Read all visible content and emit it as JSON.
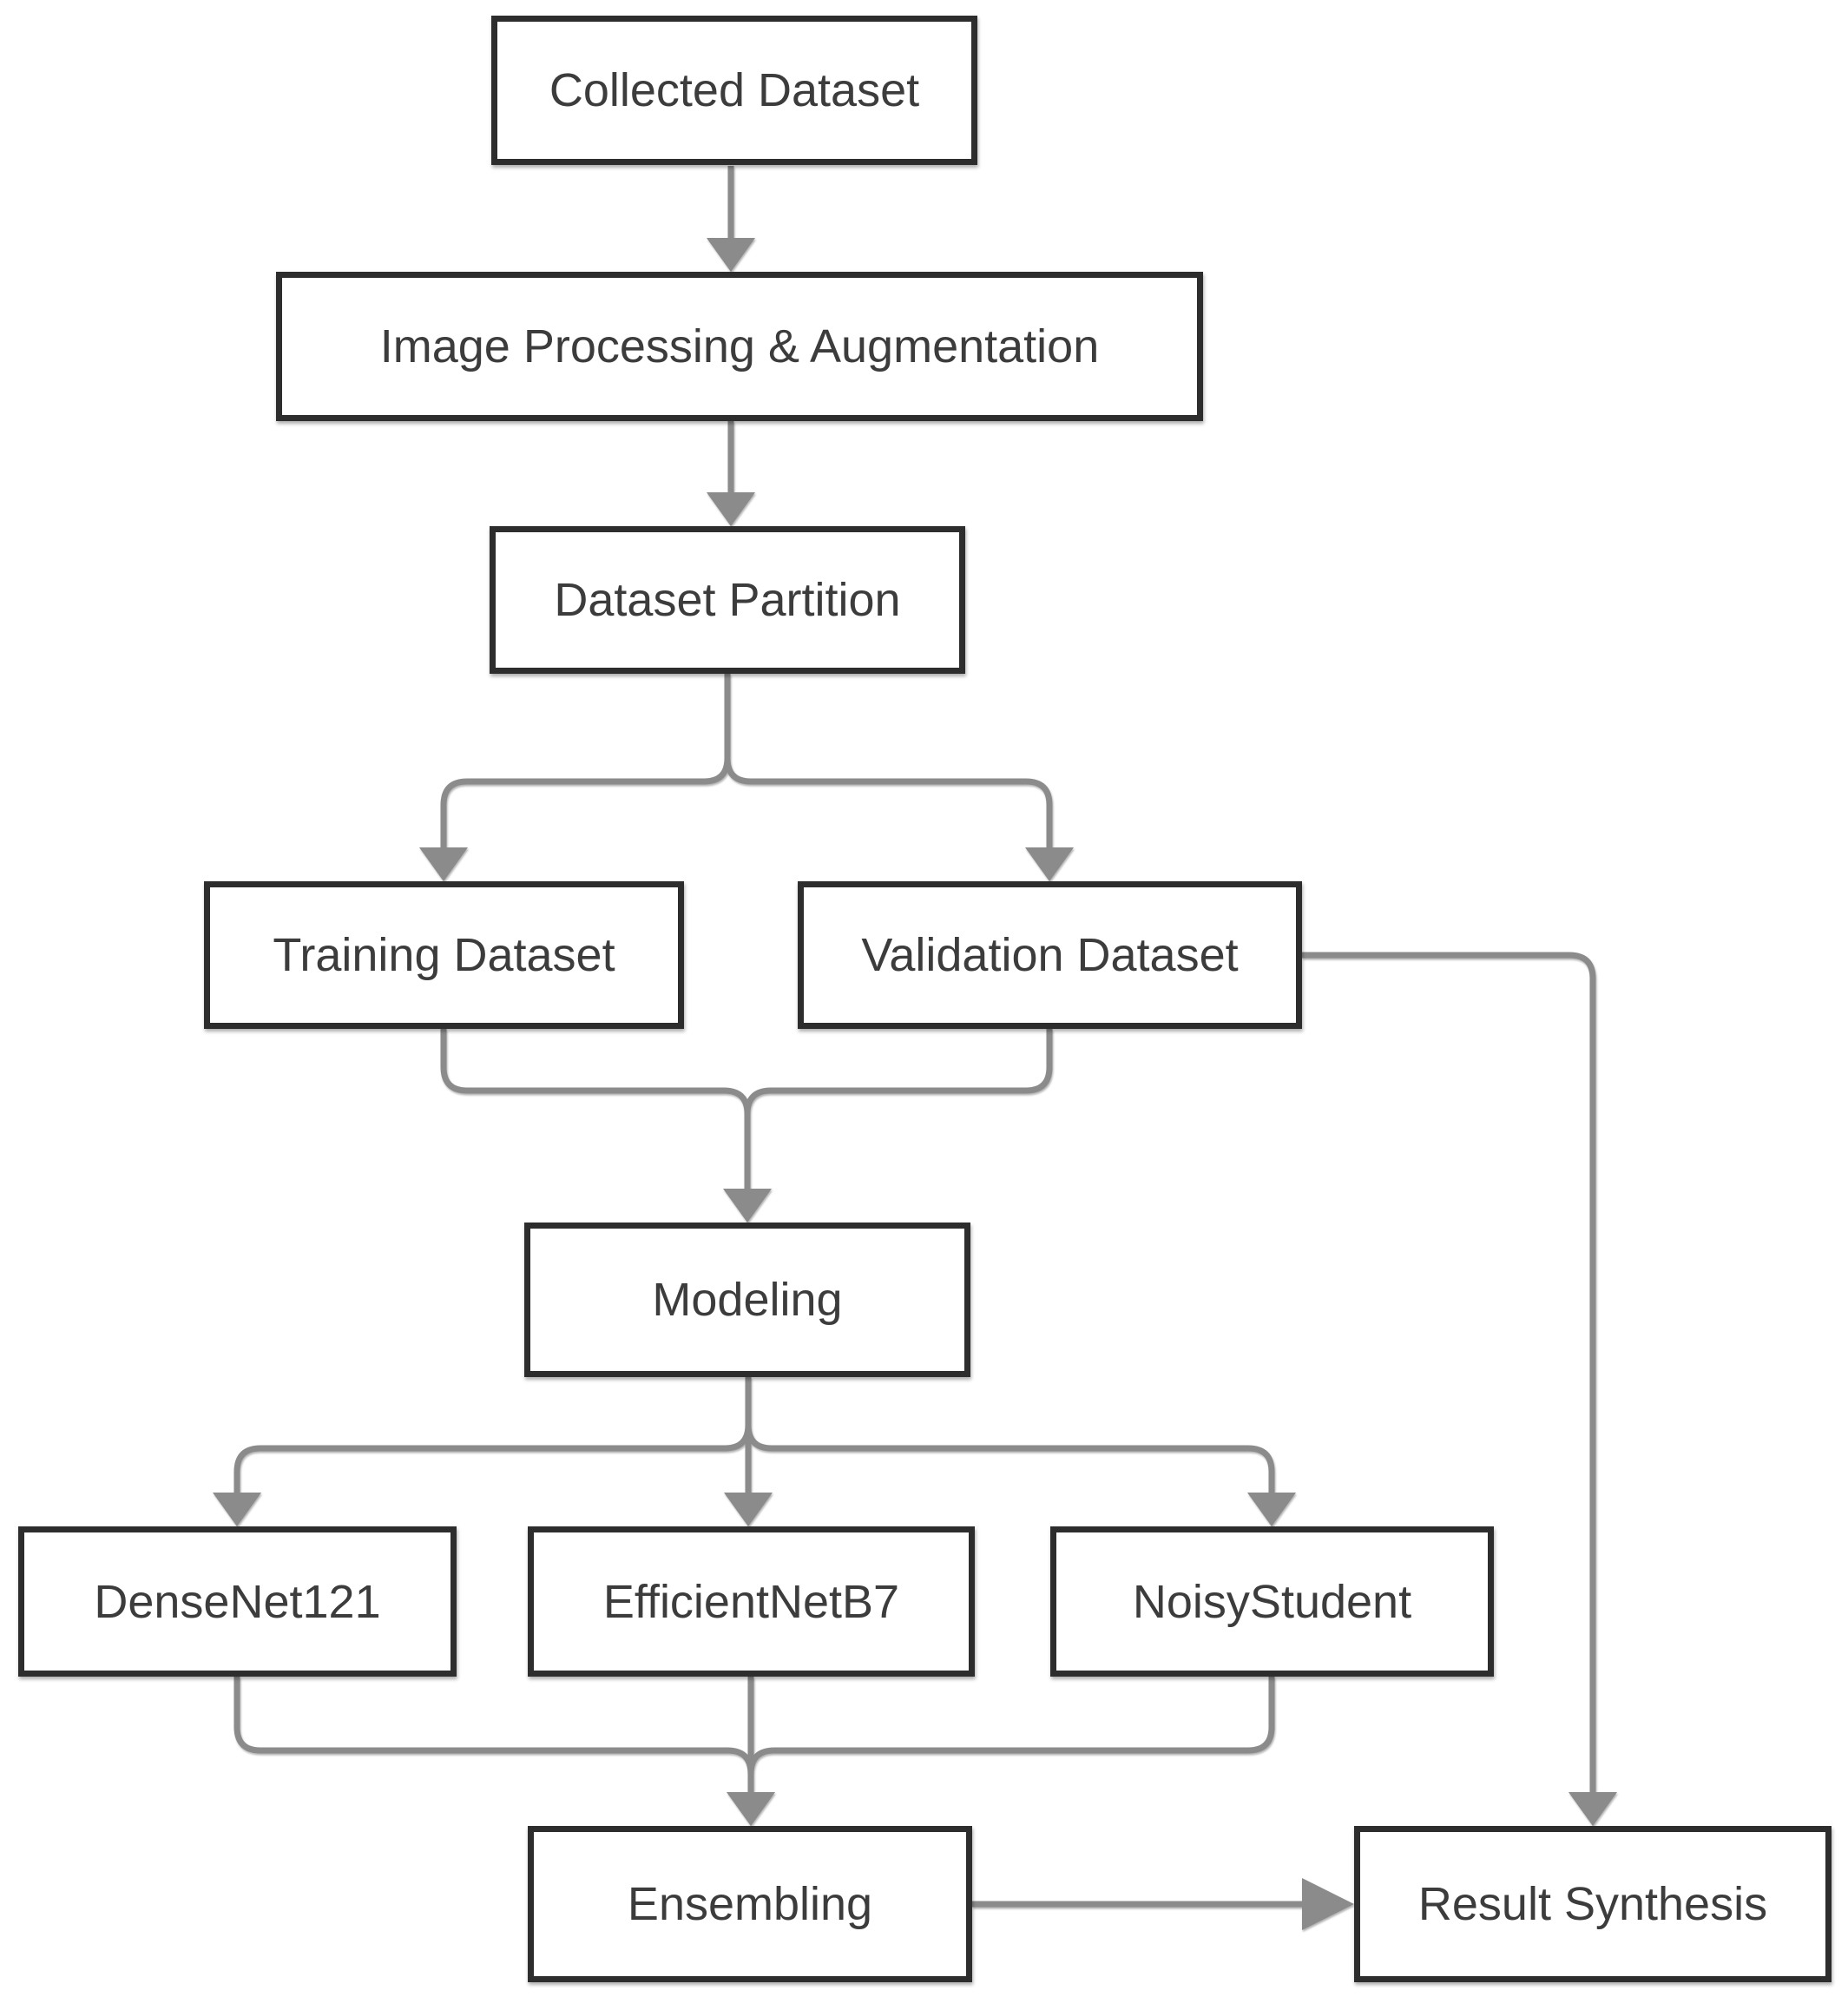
{
  "diagram_type": "flowchart",
  "colors": {
    "background": "#ffffff",
    "box_fill": "#ffffff",
    "box_border": "#2d2d2d",
    "connector": "#8b8b8b",
    "text": "#3c3c3c"
  },
  "nodes": {
    "collected": {
      "label": "Collected Dataset"
    },
    "image_processing": {
      "label": "Image Processing & Augmentation"
    },
    "dataset_partition": {
      "label": "Dataset Partition"
    },
    "training": {
      "label": "Training Dataset"
    },
    "validation": {
      "label": "Validation Dataset"
    },
    "modeling": {
      "label": "Modeling"
    },
    "densenet121": {
      "label": "DenseNet121"
    },
    "efficientnetb7": {
      "label": "EfficientNetB7"
    },
    "noisystudent": {
      "label": "NoisyStudent"
    },
    "ensembling": {
      "label": "Ensembling"
    },
    "result_synthesis": {
      "label": "Result Synthesis"
    }
  },
  "edges": [
    {
      "from": "collected",
      "to": "image_processing"
    },
    {
      "from": "image_processing",
      "to": "dataset_partition"
    },
    {
      "from": "dataset_partition",
      "to": "training"
    },
    {
      "from": "dataset_partition",
      "to": "validation"
    },
    {
      "from": "training",
      "to": "modeling"
    },
    {
      "from": "validation",
      "to": "modeling"
    },
    {
      "from": "modeling",
      "to": "densenet121"
    },
    {
      "from": "modeling",
      "to": "efficientnetb7"
    },
    {
      "from": "modeling",
      "to": "noisystudent"
    },
    {
      "from": "densenet121",
      "to": "ensembling"
    },
    {
      "from": "efficientnetb7",
      "to": "ensembling"
    },
    {
      "from": "noisystudent",
      "to": "ensembling"
    },
    {
      "from": "ensembling",
      "to": "result_synthesis"
    },
    {
      "from": "validation",
      "to": "result_synthesis"
    }
  ]
}
